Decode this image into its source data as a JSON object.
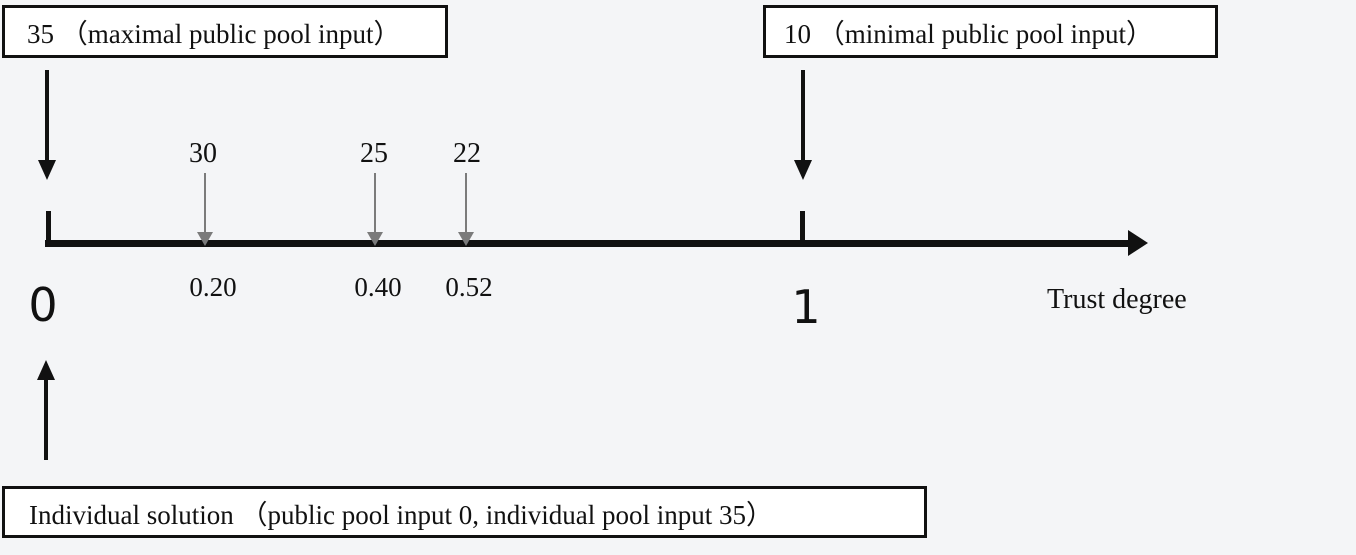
{
  "boxes": {
    "top_left": {
      "text": "35 （maximal public pool input）"
    },
    "top_right": {
      "text": "10 （minimal public pool input）"
    },
    "bottom": {
      "text": "Individual solution （public pool input 0, individual pool input 35）"
    }
  },
  "axis": {
    "title": "Trust degree",
    "origin_label": "0",
    "end_label": "1"
  },
  "markers": [
    {
      "value": "30",
      "position": "0.20"
    },
    {
      "value": "25",
      "position": "0.40"
    },
    {
      "value": "22",
      "position": "0.52"
    }
  ],
  "colors": {
    "background": "#f4f5f7",
    "box_fill": "#ffffff",
    "line": "#111111",
    "marker_arrow": "#7b7b7b"
  }
}
